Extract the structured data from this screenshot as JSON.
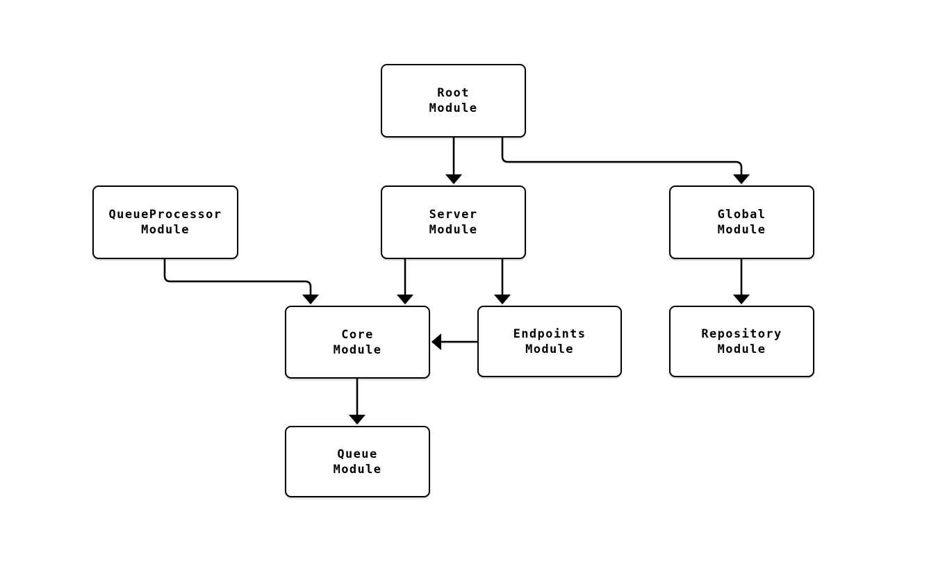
{
  "page": {
    "background_color": "#ffffff"
  },
  "diagram": {
    "type": "module-dependency-flowchart",
    "colors": {
      "node_fill": "#ffffff",
      "node_border": "#000000",
      "edge": "#000000",
      "text": "#000000"
    },
    "nodes": {
      "root": {
        "label": "Root\nModule"
      },
      "queueProcessor": {
        "label": "QueueProcessor\nModule"
      },
      "server": {
        "label": "Server\nModule"
      },
      "global": {
        "label": "Global\nModule"
      },
      "core": {
        "label": "Core\nModule"
      },
      "endpoints": {
        "label": "Endpoints\nModule"
      },
      "repository": {
        "label": "Repository\nModule"
      },
      "queue": {
        "label": "Queue\nModule"
      }
    },
    "edges": [
      {
        "from": "Root Module",
        "to": "Server Module"
      },
      {
        "from": "Root Module",
        "to": "Global Module"
      },
      {
        "from": "QueueProcessor Module",
        "to": "Core Module"
      },
      {
        "from": "Server Module",
        "to": "Core Module"
      },
      {
        "from": "Server Module",
        "to": "Endpoints Module"
      },
      {
        "from": "Endpoints Module",
        "to": "Core Module"
      },
      {
        "from": "Global Module",
        "to": "Repository Module"
      },
      {
        "from": "Core Module",
        "to": "Queue Module"
      }
    ]
  }
}
